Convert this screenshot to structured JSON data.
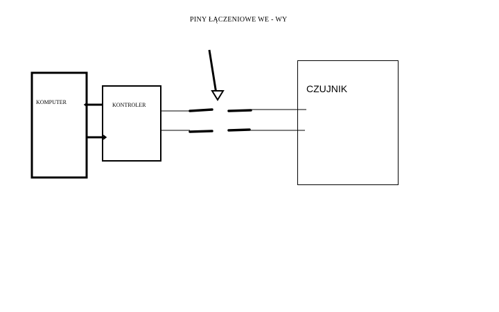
{
  "title": "PINY ŁĄCZENIOWE WE - WY",
  "blocks": {
    "computer": "KOMPUTER",
    "controller": "KONTROLER",
    "sensor": "CZUJNIK"
  },
  "colors": {
    "stroke": "#000000",
    "background": "#ffffff"
  }
}
